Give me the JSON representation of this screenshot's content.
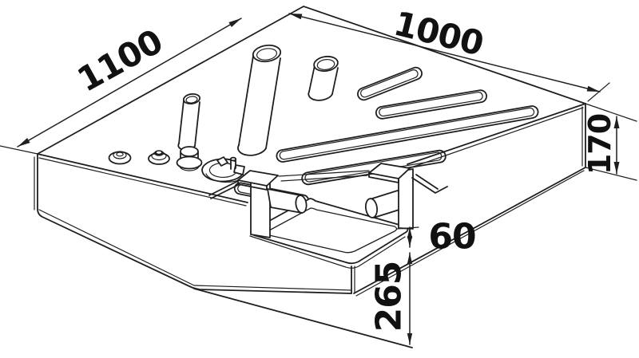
{
  "figure": {
    "kind": "isometric line drawing of a tank with mounting bracket",
    "background_color": "#ffffff",
    "line_color": "#1f1f1f",
    "text_color": "#111111"
  },
  "dimensions": {
    "width_top_left": {
      "value": "1100",
      "orientation": "along top-left edge"
    },
    "depth_top_right": {
      "value": "1000",
      "orientation": "along top-right edge"
    },
    "height_right": {
      "value": "170",
      "orientation": "vertical, right side"
    },
    "bracket_gap": {
      "value": "60",
      "orientation": "vertical, front"
    },
    "bottom_depth": {
      "value": "265",
      "orientation": "vertical, front"
    }
  }
}
